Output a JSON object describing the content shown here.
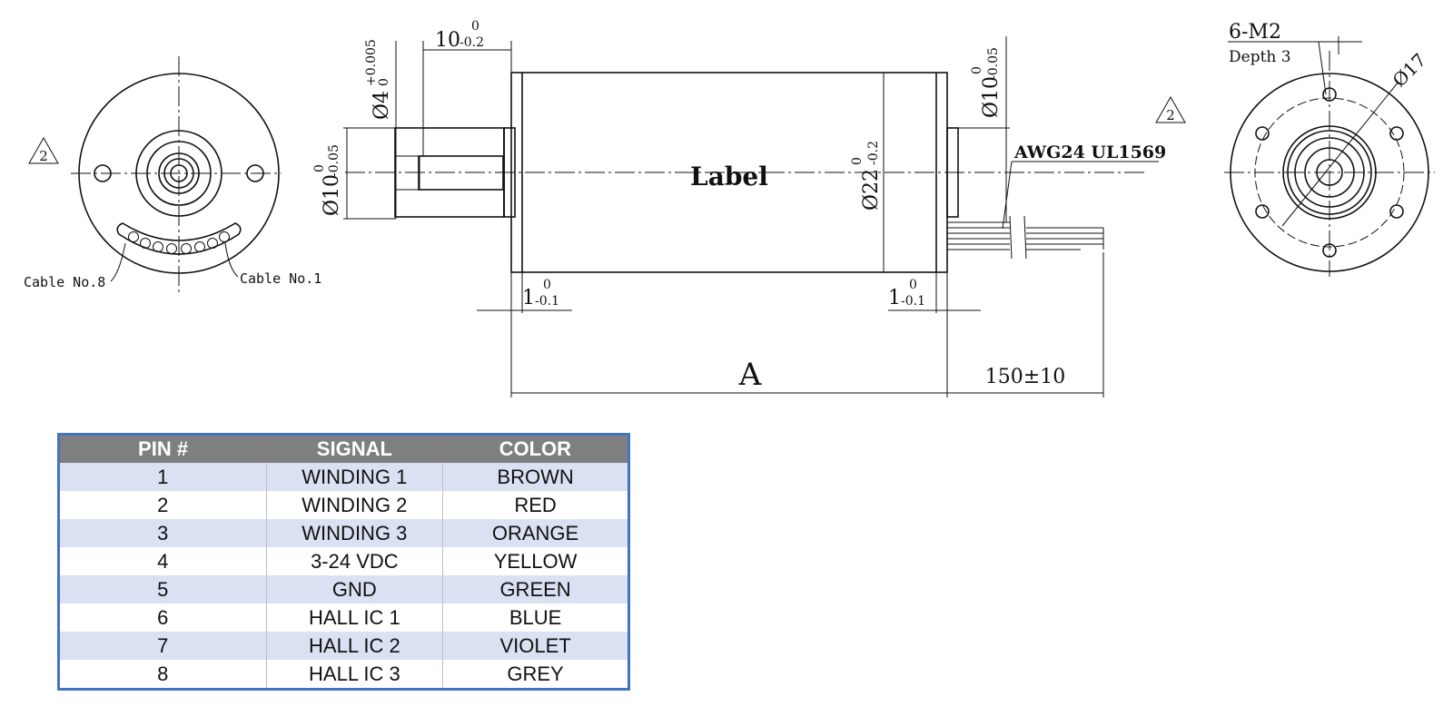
{
  "drawing": {
    "left_view": {
      "warning_symbol": "2",
      "cable_left_label": "Cable No.8",
      "cable_right_label": "Cable No.1"
    },
    "side_view": {
      "dim_shaft_length": "10",
      "dim_shaft_length_tol_upper": "0",
      "dim_shaft_length_tol_lower": "-0.2",
      "dim_shaft_dia": "Ø4",
      "dim_shaft_dia_tol_upper": "+0.005",
      "dim_shaft_dia_tol_lower": "0",
      "dim_front_boss_dia": "Ø10",
      "dim_front_boss_tol_upper": "0",
      "dim_front_boss_tol_lower": "-0.05",
      "dim_rear_boss_dia": "Ø10",
      "dim_rear_boss_tol_upper": "0",
      "dim_rear_boss_tol_lower": "-0.05",
      "dim_body_dia": "Ø22",
      "dim_body_tol_upper": "0",
      "dim_body_tol_lower": "-0.2",
      "label_text": "Label",
      "cable_spec": "AWG24 UL1569",
      "dim_front_flange": "1",
      "dim_front_flange_tol_upper": "0",
      "dim_front_flange_tol_lower": "-0.1",
      "dim_rear_flange": "1",
      "dim_rear_flange_tol_upper": "0",
      "dim_rear_flange_tol_lower": "-0.1",
      "dim_length": "A",
      "dim_cable_length": "150±10"
    },
    "right_view": {
      "warning_symbol": "2",
      "thread_spec": "6-M2",
      "thread_depth": "Depth 3",
      "bolt_circle": "Ø17"
    }
  },
  "pin_table": {
    "headers": [
      "PIN #",
      "SIGNAL",
      "COLOR"
    ],
    "rows": [
      [
        "1",
        "WINDING 1",
        "BROWN"
      ],
      [
        "2",
        "WINDING 2",
        "RED"
      ],
      [
        "3",
        "WINDING 3",
        "ORANGE"
      ],
      [
        "4",
        "3-24 VDC",
        "YELLOW"
      ],
      [
        "5",
        "GND",
        "GREEN"
      ],
      [
        "6",
        "HALL IC 1",
        "BLUE"
      ],
      [
        "7",
        "HALL IC 2",
        "VIOLET"
      ],
      [
        "8",
        "HALL IC 3",
        "GREY"
      ]
    ]
  }
}
